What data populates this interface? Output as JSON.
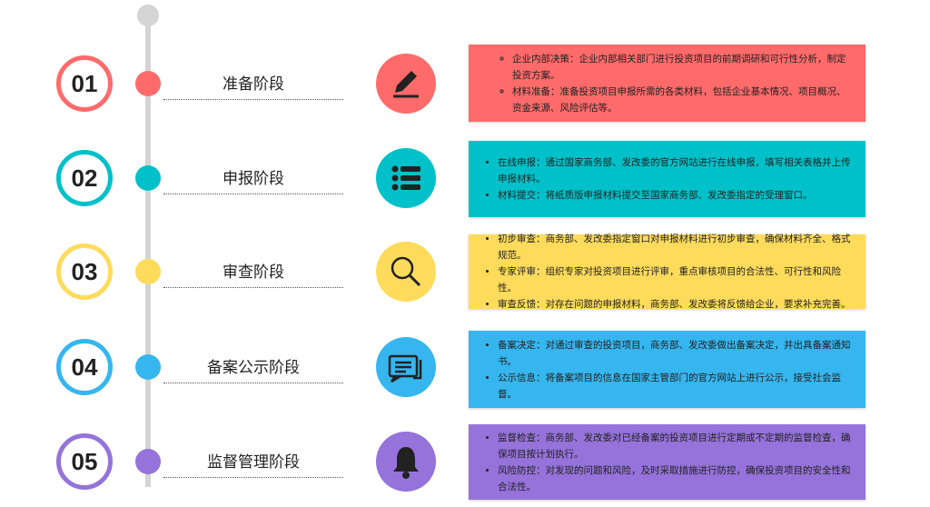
{
  "stages": [
    {
      "number": "01",
      "title": "准备阶段",
      "color": "#ff6b6b",
      "icon": "pencil-icon",
      "bullet": "circle",
      "items": [
        "企业内部决策：企业内部相关部门进行投资项目的前期调研和可行性分析，制定投资方案。",
        "材料准备：准备投资项目申报所需的各类材料，包括企业基本情况、项目概况、资金来源、风险评估等。"
      ]
    },
    {
      "number": "02",
      "title": "申报阶段",
      "color": "#00c1c9",
      "icon": "list-icon",
      "bullet": "disc",
      "items": [
        "在线申报：通过国家商务部、发改委的官方网站进行在线申报，填写相关表格并上传申报材料。",
        "材料提交：将纸质版申报材料提交至国家商务部、发改委指定的受理窗口。"
      ]
    },
    {
      "number": "03",
      "title": "审查阶段",
      "color": "#ffdb5c",
      "icon": "search-icon",
      "bullet": "disc",
      "items": [
        "初步审查：商务部、发改委指定窗口对申报材料进行初步审查，确保材料齐全、格式规范。",
        "专家评审：组织专家对投资项目进行评审，重点审核项目的合法性、可行性和风险性。",
        "审查反馈：对存在问题的申报材料，商务部、发改委将反馈给企业，要求补充完善。"
      ]
    },
    {
      "number": "04",
      "title": "备案公示阶段",
      "color": "#36b6ef",
      "icon": "message-icon",
      "bullet": "disc",
      "items": [
        "备案决定：对通过审查的投资项目，商务部、发改委做出备案决定，并出具备案通知书。",
        "公示信息：将备案项目的信息在国家主管部门的官方网站上进行公示，接受社会监督。"
      ]
    },
    {
      "number": "05",
      "title": "监督管理阶段",
      "color": "#9573da",
      "icon": "bell-icon",
      "bullet": "disc",
      "items": [
        "监督检查：商务部、发改委对已经备案的投资项目进行定期或不定期的监督检查，确保项目按计划执行。",
        "风险防控：对发现的问题和风险，及时采取措施进行防控，确保投资项目的安全性和合法性。"
      ]
    }
  ]
}
